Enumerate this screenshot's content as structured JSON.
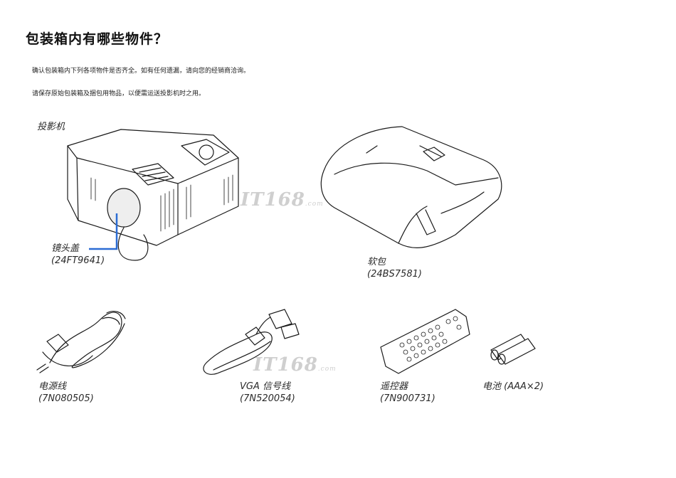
{
  "page": {
    "title": "包装箱内有哪些物件？",
    "paragraphs": [
      "确认包装箱内下列各项物件是否齐全。如有任何遗漏，请向您的经销商洽询。",
      "请保存原始包装箱及捆包用物品，以便需运送投影机时之用。"
    ]
  },
  "items": {
    "projector": {
      "label": "投影机"
    },
    "lens_cap": {
      "label": "镜头盖",
      "part": "(24FT9641)"
    },
    "soft_case": {
      "label": "软包",
      "part": "(24BS7581)"
    },
    "power_cord": {
      "label": "电源线",
      "part": "(7N080505)"
    },
    "vga_cable": {
      "label": "VGA 信号线",
      "part": "(7N520054)"
    },
    "remote": {
      "label": "遥控器",
      "part": "(7N900731)"
    },
    "batteries": {
      "label": "电池 (AAA×2)"
    }
  },
  "watermark": {
    "text": "IT168",
    "suffix": ".com"
  }
}
